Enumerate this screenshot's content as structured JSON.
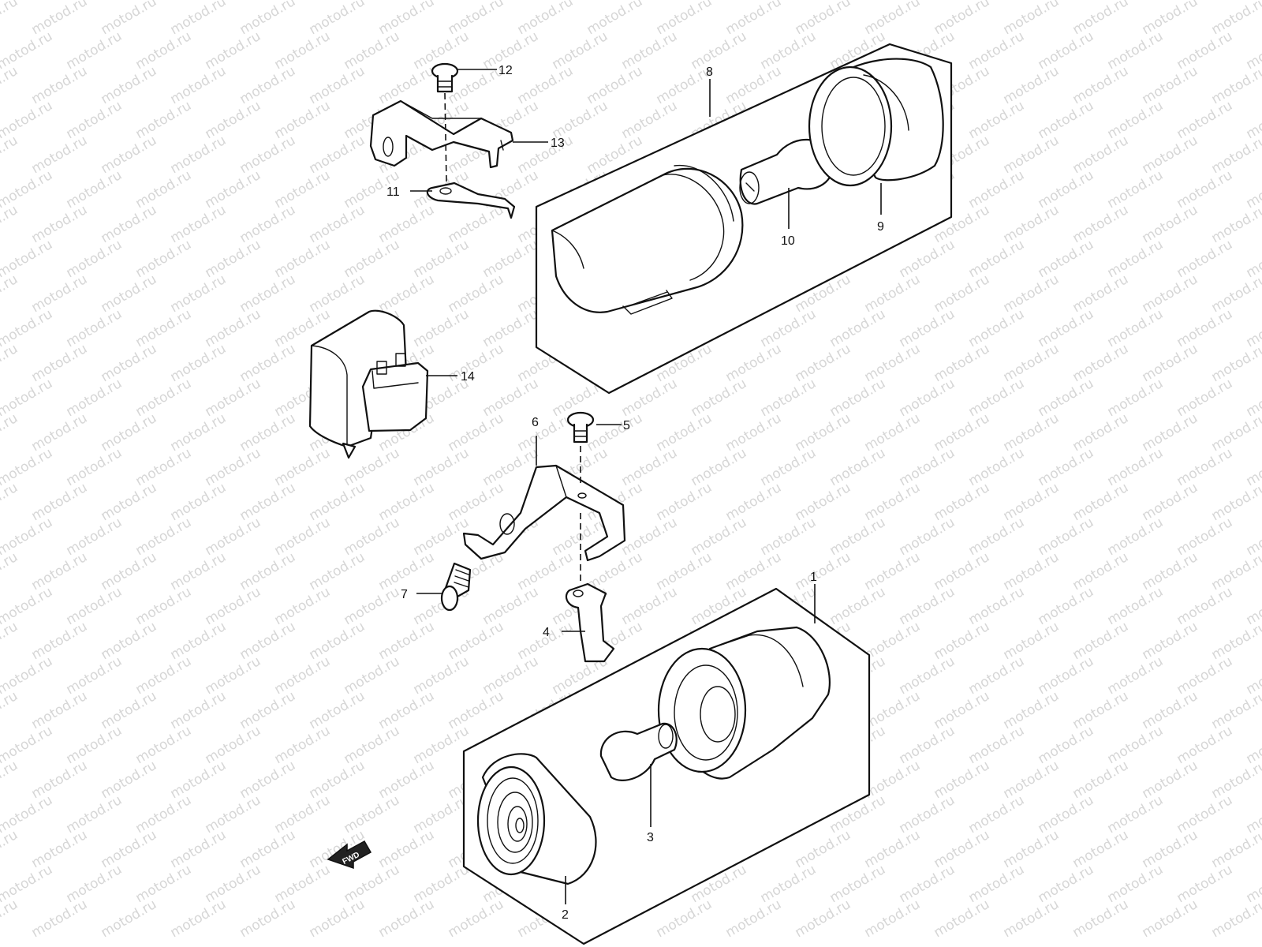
{
  "watermark": "motod.ru",
  "fwd_label": "FWD",
  "callouts": [
    {
      "id": "c1",
      "text": "1"
    },
    {
      "id": "c2",
      "text": "2"
    },
    {
      "id": "c3",
      "text": "3"
    },
    {
      "id": "c4",
      "text": "4"
    },
    {
      "id": "c5",
      "text": "5"
    },
    {
      "id": "c6",
      "text": "6"
    },
    {
      "id": "c7",
      "text": "7"
    },
    {
      "id": "c8",
      "text": "8"
    },
    {
      "id": "c9",
      "text": "9"
    },
    {
      "id": "c10",
      "text": "10"
    },
    {
      "id": "c11",
      "text": "11"
    },
    {
      "id": "c12",
      "text": "12"
    },
    {
      "id": "c13",
      "text": "13"
    },
    {
      "id": "c14",
      "text": "14"
    }
  ]
}
